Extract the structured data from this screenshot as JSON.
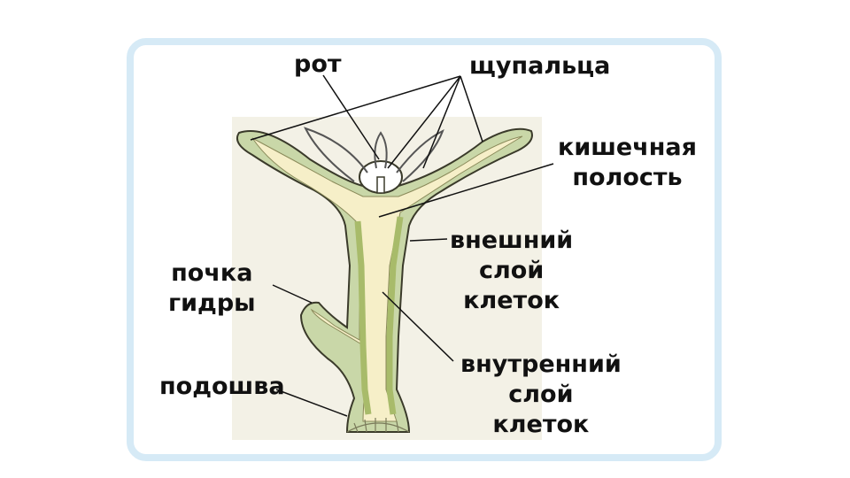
{
  "labels": {
    "mouth": "рот",
    "tentacles": "щупальца",
    "gut_line1": "кишечная",
    "gut_line2": "полость",
    "outer_line1": "внешний",
    "outer_line2": "слой",
    "outer_line3": "клеток",
    "bud_line1": "почка",
    "bud_line2": "гидры",
    "sole": "подошва",
    "inner_line1": "внутренний",
    "inner_line2": "слой",
    "inner_line3": "клеток"
  },
  "colors": {
    "frame": "#d6eaf6",
    "outer_layer": "#c9d7a8",
    "inner_cells": "#a8bb6a",
    "gut_cavity": "#f6efc8",
    "background_paper": "#f3f1e6",
    "lines": "#111111"
  }
}
